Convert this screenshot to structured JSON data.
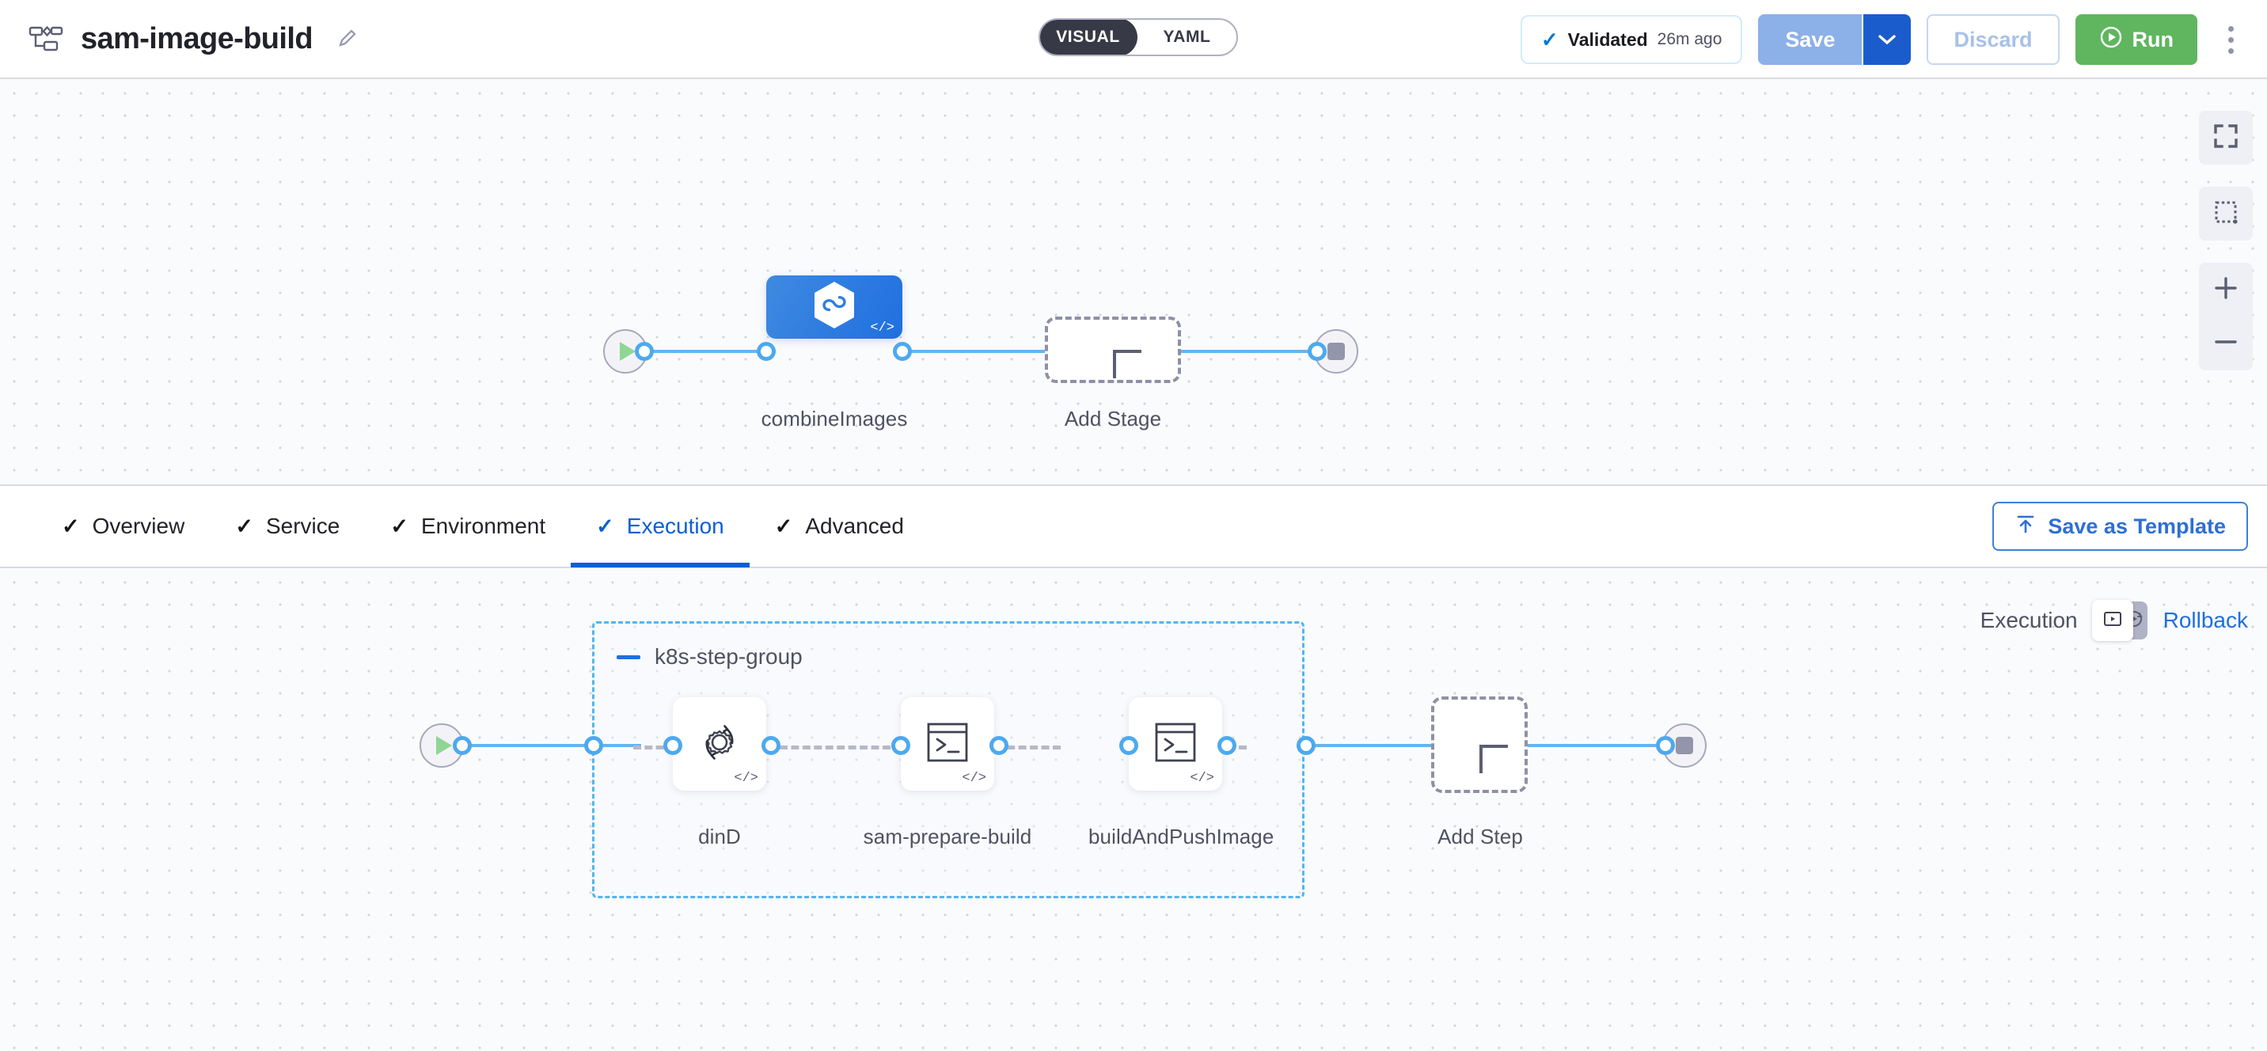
{
  "header": {
    "pipeline_icon": "pipeline-diagram-icon",
    "title": "sam-image-build",
    "edit_icon": "pencil-icon",
    "view_toggle": {
      "options": [
        "VISUAL",
        "YAML"
      ],
      "selected": "VISUAL"
    },
    "validation": {
      "check_icon": "check-icon",
      "label": "Validated",
      "time": "26m ago"
    },
    "save_label": "Save",
    "save_caret_icon": "chevron-down-icon",
    "discard_label": "Discard",
    "run_label": "Run",
    "run_icon": "play-circle-icon",
    "more_icon": "kebab-menu-icon"
  },
  "canvas_controls": {
    "fit_icon": "fit-to-screen-icon",
    "select_icon": "selection-box-icon",
    "zoom_in_icon": "plus-icon",
    "zoom_out_icon": "minus-icon"
  },
  "stage_graph": {
    "start_icon": "start-play-icon",
    "end_icon": "end-stop-icon",
    "nodes": [
      {
        "label": "combineImages",
        "icon": "harness-hexagon-icon",
        "badge": "</>"
      }
    ],
    "add_stage": {
      "label": "Add Stage",
      "icon": "plus-icon"
    }
  },
  "tabs": [
    {
      "label": "Overview",
      "tick": "✓",
      "active": false
    },
    {
      "label": "Service",
      "tick": "✓",
      "active": false
    },
    {
      "label": "Environment",
      "tick": "✓",
      "active": false
    },
    {
      "label": "Execution",
      "tick": "✓",
      "active": true
    },
    {
      "label": "Advanced",
      "tick": "✓",
      "active": false
    }
  ],
  "save_as_template": {
    "label": "Save as Template",
    "icon": "upload-template-icon"
  },
  "execution_toggle": {
    "execution_label": "Execution",
    "execution_icon": "execution-window-icon",
    "rollback_icon": "rollback-circle-arrow-icon",
    "rollback_label": "Rollback",
    "selected": "Execution"
  },
  "step_graph": {
    "start_icon": "start-play-icon",
    "end_icon": "end-stop-icon",
    "group": {
      "title": "k8s-step-group",
      "collapse_icon": "collapse-minus-icon",
      "steps": [
        {
          "label": "dinD",
          "icon": "gear-refresh-icon",
          "badge": "</>"
        },
        {
          "label": "sam-prepare-build",
          "icon": "terminal-icon",
          "badge": "</>"
        },
        {
          "label": "buildAndPushImage",
          "icon": "terminal-icon",
          "badge": "</>"
        }
      ]
    },
    "add_step": {
      "label": "Add Step",
      "icon": "plus-icon"
    }
  },
  "colors": {
    "accent_blue": "#1f6fe0",
    "edge_blue": "#64b5f0",
    "group_border": "#52b6ec",
    "run_green": "#5fb65f",
    "canvas_bg": "#fafbfd"
  }
}
